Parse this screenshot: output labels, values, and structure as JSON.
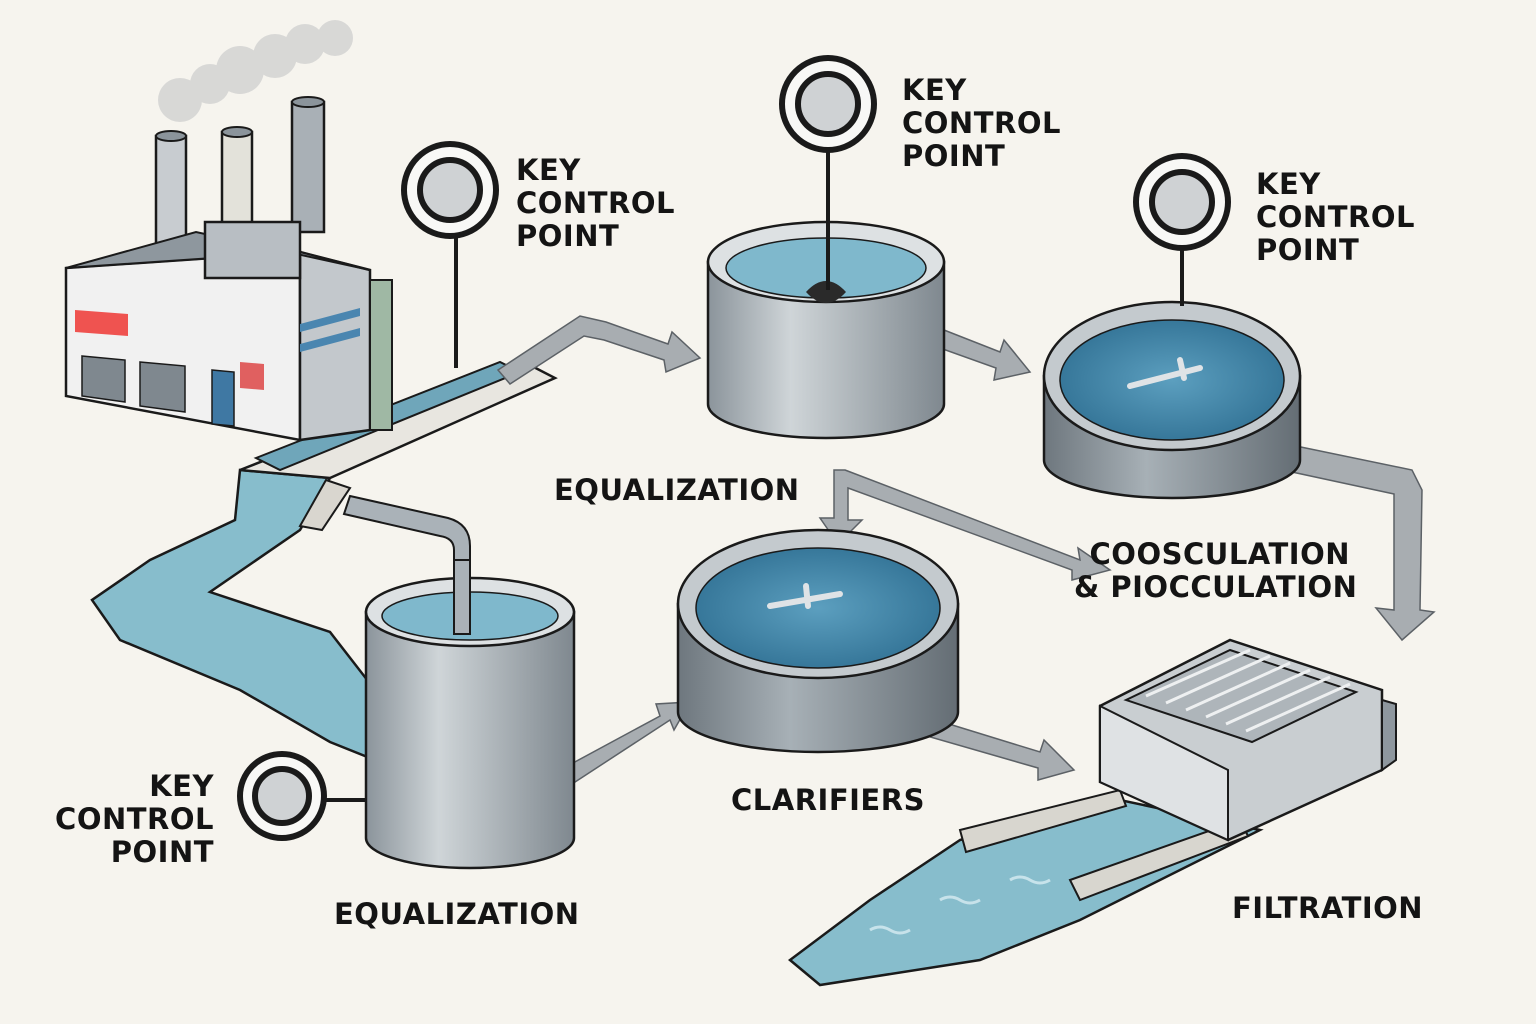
{
  "diagram": {
    "stages": [
      {
        "label": "EQUALIZATION"
      },
      {
        "label": "CLARIFIERS"
      },
      {
        "label": "EQUALIZATION"
      },
      {
        "label": "COOSCULATION",
        "label_line2": "& PIOCCULATION"
      },
      {
        "label": "FILTRATION"
      }
    ],
    "control_points": [
      {
        "line1": "KEY",
        "line2": "CONTROL",
        "line3": "POINT"
      },
      {
        "line1": "KEY",
        "line2": "CONTROL",
        "line3": "POINT"
      },
      {
        "line1": "KEY",
        "line2": "CONTROL",
        "line3": "POINT"
      },
      {
        "line1": "KEY",
        "line2": "CONTROL",
        "line3": "POINT"
      }
    ],
    "colors": {
      "background": "#f6f4ee",
      "water": "#7fb6c8",
      "tank": "#a9b2b8",
      "arrow": "#a8adb1",
      "outline": "#1a1a1a",
      "factory_stripe_red": "#ef5350",
      "factory_stripe_blue": "#4a86b0"
    }
  }
}
